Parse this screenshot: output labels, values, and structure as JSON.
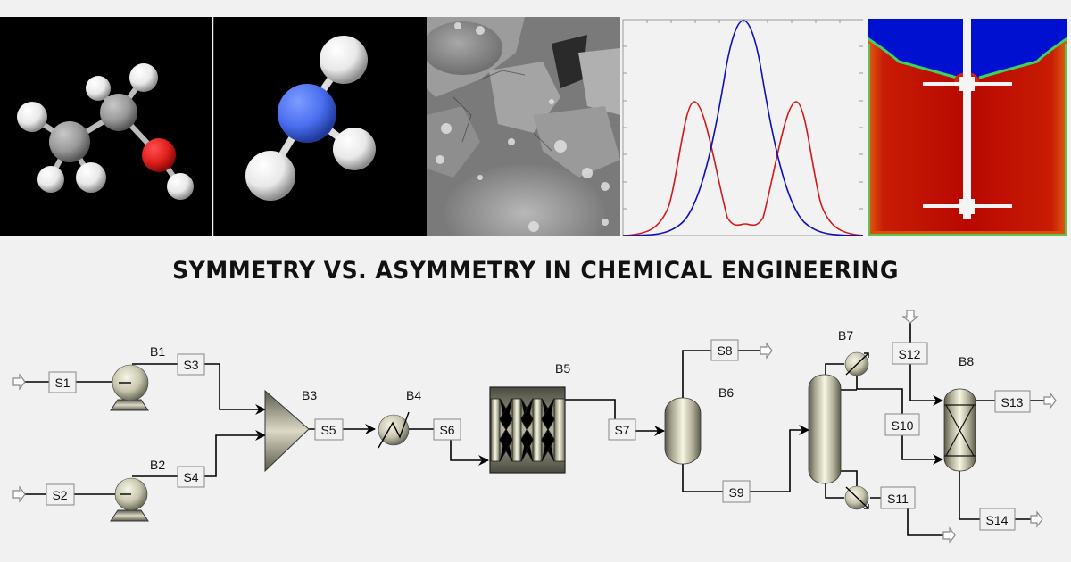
{
  "title": "SYMMETRY VS. ASYMMETRY IN CHEMICAL ENGINEERING",
  "panels": [
    {
      "id": "ethanol-molecule",
      "caption": ""
    },
    {
      "id": "ammonia-molecule",
      "caption": ""
    },
    {
      "id": "sem-micrograph",
      "caption": ""
    },
    {
      "id": "distribution-plot",
      "caption": ""
    },
    {
      "id": "cfd-stirred-tank",
      "caption": ""
    }
  ],
  "colors": {
    "background": "#f1f1f1",
    "carbon": "#9a9a9a",
    "hydrogen": "#f4f4f4",
    "oxygen": "#e0201c",
    "nitrogen": "#4a6ef0",
    "curve_red": "#d41818",
    "curve_blue": "#1010b8",
    "cfd_blue": "#0010d0",
    "cfd_red": "#b80800",
    "equipment": "#d8d6c0"
  },
  "chart_data": {
    "type": "line",
    "title": "",
    "xlabel": "",
    "ylabel": "",
    "x": [
      0,
      1,
      2,
      3,
      4,
      5,
      6,
      7,
      8,
      9,
      10
    ],
    "xlim": [
      0,
      10
    ],
    "ylim": [
      0,
      1
    ],
    "grid": false,
    "series": [
      {
        "name": "red (bimodal)",
        "color": "#d41818",
        "values": [
          0.0,
          0.03,
          0.36,
          0.5,
          0.23,
          0.07,
          0.23,
          0.5,
          0.36,
          0.03,
          0.0
        ]
      },
      {
        "name": "blue (unimodal)",
        "color": "#1010b8",
        "values": [
          0.0,
          0.0,
          0.02,
          0.2,
          0.75,
          1.0,
          0.75,
          0.2,
          0.02,
          0.0,
          0.0
        ]
      }
    ]
  },
  "flowsheet": {
    "blocks": [
      {
        "id": "B1",
        "label": "B1",
        "type": "pump"
      },
      {
        "id": "B2",
        "label": "B2",
        "type": "pump"
      },
      {
        "id": "B3",
        "label": "B3",
        "type": "mixer"
      },
      {
        "id": "B4",
        "label": "B4",
        "type": "heater"
      },
      {
        "id": "B5",
        "label": "B5",
        "type": "reactor"
      },
      {
        "id": "B6",
        "label": "B6",
        "type": "flash-drum"
      },
      {
        "id": "B7",
        "label": "B7",
        "type": "distillation-column"
      },
      {
        "id": "B8",
        "label": "B8",
        "type": "packed-column"
      }
    ],
    "streams": [
      {
        "id": "S1",
        "label": "S1"
      },
      {
        "id": "S2",
        "label": "S2"
      },
      {
        "id": "S3",
        "label": "S3"
      },
      {
        "id": "S4",
        "label": "S4"
      },
      {
        "id": "S5",
        "label": "S5"
      },
      {
        "id": "S6",
        "label": "S6"
      },
      {
        "id": "S7",
        "label": "S7"
      },
      {
        "id": "S8",
        "label": "S8"
      },
      {
        "id": "S9",
        "label": "S9"
      },
      {
        "id": "S10",
        "label": "S10"
      },
      {
        "id": "S11",
        "label": "S11"
      },
      {
        "id": "S12",
        "label": "S12"
      },
      {
        "id": "S13",
        "label": "S13"
      },
      {
        "id": "S14",
        "label": "S14"
      }
    ]
  }
}
